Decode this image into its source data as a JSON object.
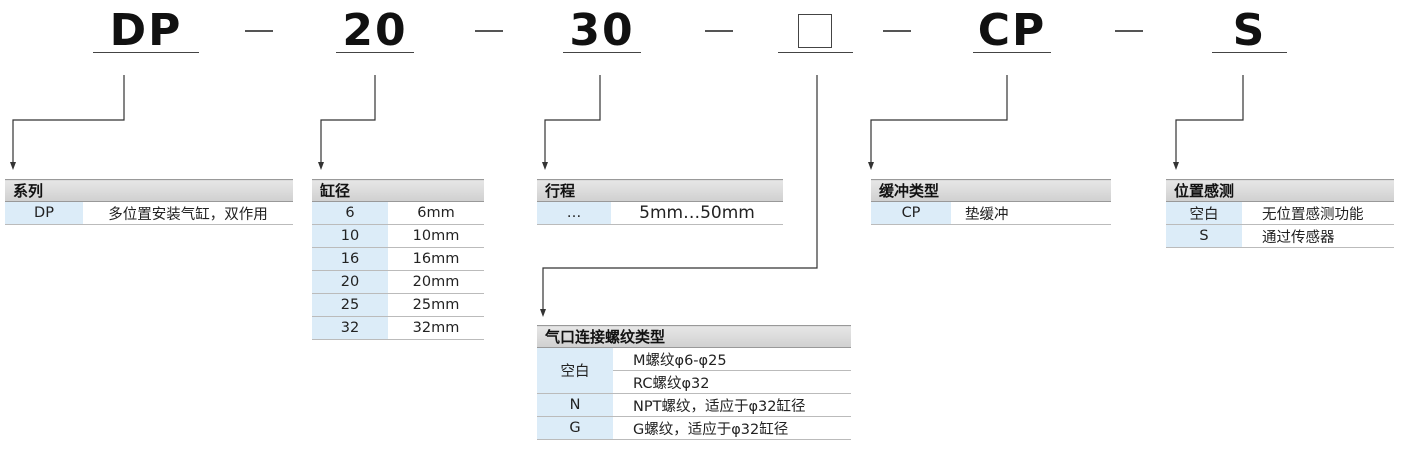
{
  "codes": [
    "DP",
    "20",
    "30",
    "",
    "CP",
    "S"
  ],
  "series": {
    "header": "系列",
    "rows": [
      {
        "k": "DP",
        "v": "多位置安装气缸，双作用"
      }
    ]
  },
  "bore": {
    "header": "缸径",
    "rows": [
      {
        "k": "6",
        "v": "6mm"
      },
      {
        "k": "10",
        "v": "10mm"
      },
      {
        "k": "16",
        "v": "16mm"
      },
      {
        "k": "20",
        "v": "20mm"
      },
      {
        "k": "25",
        "v": "25mm"
      },
      {
        "k": "32",
        "v": "32mm"
      }
    ]
  },
  "stroke": {
    "header": "行程",
    "rows": [
      {
        "k": "…",
        "v": "5mm…50mm"
      }
    ]
  },
  "port": {
    "header": "气口连接螺纹类型",
    "blank_key": "空白",
    "blank_values": [
      "M螺纹φ6-φ25",
      "RC螺纹φ32"
    ],
    "rows": [
      {
        "k": "N",
        "v": "NPT螺纹，适应于φ32缸径"
      },
      {
        "k": "G",
        "v": "G螺纹，适应于φ32缸径"
      }
    ]
  },
  "cushion": {
    "header": "缓冲类型",
    "rows": [
      {
        "k": "CP",
        "v": "垫缓冲"
      }
    ]
  },
  "sensor": {
    "header": "位置感测",
    "rows": [
      {
        "k": "空白",
        "v": "无位置感测功能"
      },
      {
        "k": "S",
        "v": "通过传感器"
      }
    ]
  }
}
